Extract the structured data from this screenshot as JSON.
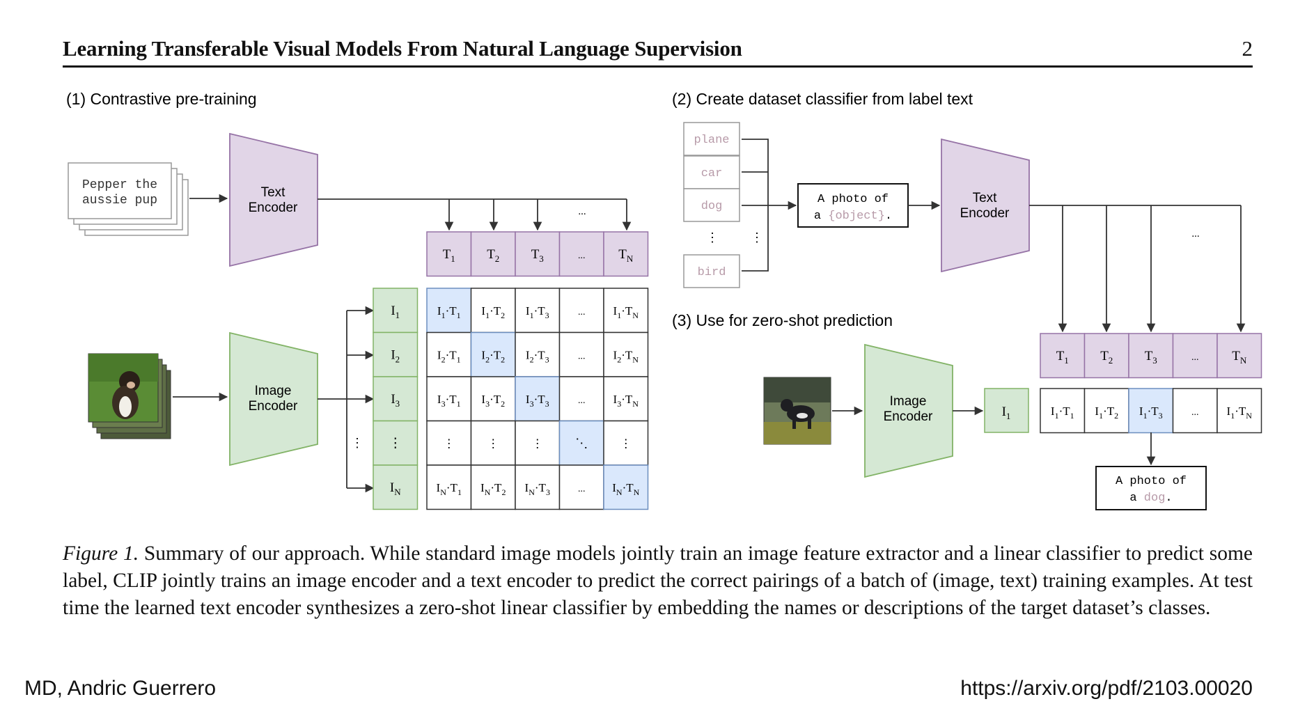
{
  "header": {
    "title": "Learning Transferable Visual Models From Natural Language Supervision",
    "page_number": "2"
  },
  "figure": {
    "panel1": {
      "heading": "(1) Contrastive pre-training",
      "text_input_line1": "Pepper the",
      "text_input_line2": "aussie pup",
      "text_encoder_line1": "Text",
      "text_encoder_line2": "Encoder",
      "image_encoder_line1": "Image",
      "image_encoder_line2": "Encoder",
      "ellipsis": "...",
      "vdots": "⋮",
      "ddots": "⋱",
      "text_tokens": [
        {
          "base": "T",
          "sub": "1"
        },
        {
          "base": "T",
          "sub": "2"
        },
        {
          "base": "T",
          "sub": "3"
        },
        {
          "base": "...",
          "sub": ""
        },
        {
          "base": "T",
          "sub": "N"
        }
      ],
      "image_tokens": [
        {
          "base": "I",
          "sub": "1"
        },
        {
          "base": "I",
          "sub": "2"
        },
        {
          "base": "I",
          "sub": "3"
        },
        {
          "base": "⋮",
          "sub": ""
        },
        {
          "base": "I",
          "sub": "N"
        }
      ]
    },
    "panel2": {
      "heading": "(2) Create dataset classifier from label text",
      "labels": [
        "plane",
        "car",
        "dog",
        "bird"
      ],
      "template_line1": "A photo of",
      "template_prefix": "a ",
      "template_placeholder": "{object}",
      "template_suffix": ".",
      "text_encoder_line1": "Text",
      "text_encoder_line2": "Encoder",
      "ellipsis": "..."
    },
    "panel3": {
      "heading": "(3) Use for zero-shot prediction",
      "image_encoder_line1": "Image",
      "image_encoder_line2": "Encoder",
      "image_token": {
        "base": "I",
        "sub": "1"
      },
      "result_line1": "A photo of",
      "result_prefix": "a ",
      "result_label": "dog",
      "result_suffix": "."
    }
  },
  "caption": {
    "label": "Figure 1.",
    "text": " Summary of our approach. While standard image models jointly train an image feature extractor and a linear classifier to predict some label, CLIP jointly trains an image encoder and a text encoder to predict the correct pairings of a batch of (image, text) training examples. At test time the learned text encoder synthesizes a zero-shot linear classifier by embedding the names or descriptions of the target dataset’s classes."
  },
  "footer": {
    "author": "MD, Andric Guerrero",
    "url": "https://arxiv.org/pdf/2103.00020"
  },
  "colors": {
    "text_encoder_fill": "#e1d5e7",
    "text_encoder_stroke": "#9673a6",
    "image_encoder_fill": "#d5e8d4",
    "image_encoder_stroke": "#82b366",
    "highlight_fill": "#dae8fc",
    "highlight_stroke": "#6c8ebf",
    "label_text": "#b79aa8"
  }
}
